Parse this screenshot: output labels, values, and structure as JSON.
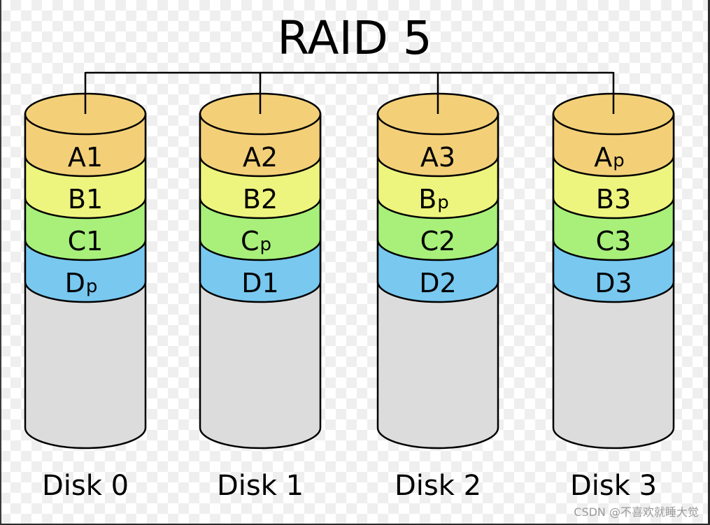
{
  "title": "RAID 5",
  "colors": {
    "A": "#f3d078",
    "B": "#eef57e",
    "C": "#a8f07a",
    "D": "#78c8f0",
    "empty": "#dcdcdc",
    "stroke": "#000000"
  },
  "disks": [
    {
      "label": "Disk 0",
      "blocks": [
        {
          "row": "A",
          "main": "A",
          "sub": "1"
        },
        {
          "row": "B",
          "main": "B",
          "sub": "1"
        },
        {
          "row": "C",
          "main": "C",
          "sub": "1"
        },
        {
          "row": "D",
          "main": "D",
          "sub": "p"
        }
      ]
    },
    {
      "label": "Disk 1",
      "blocks": [
        {
          "row": "A",
          "main": "A",
          "sub": "2"
        },
        {
          "row": "B",
          "main": "B",
          "sub": "2"
        },
        {
          "row": "C",
          "main": "C",
          "sub": "p"
        },
        {
          "row": "D",
          "main": "D",
          "sub": "1"
        }
      ]
    },
    {
      "label": "Disk 2",
      "blocks": [
        {
          "row": "A",
          "main": "A",
          "sub": "3"
        },
        {
          "row": "B",
          "main": "B",
          "sub": "p"
        },
        {
          "row": "C",
          "main": "C",
          "sub": "2"
        },
        {
          "row": "D",
          "main": "D",
          "sub": "2"
        }
      ]
    },
    {
      "label": "Disk 3",
      "blocks": [
        {
          "row": "A",
          "main": "A",
          "sub": "p"
        },
        {
          "row": "B",
          "main": "B",
          "sub": "3"
        },
        {
          "row": "C",
          "main": "C",
          "sub": "3"
        },
        {
          "row": "D",
          "main": "D",
          "sub": "3"
        }
      ]
    }
  ],
  "watermark": "CSDN @不喜欢就睡大觉"
}
